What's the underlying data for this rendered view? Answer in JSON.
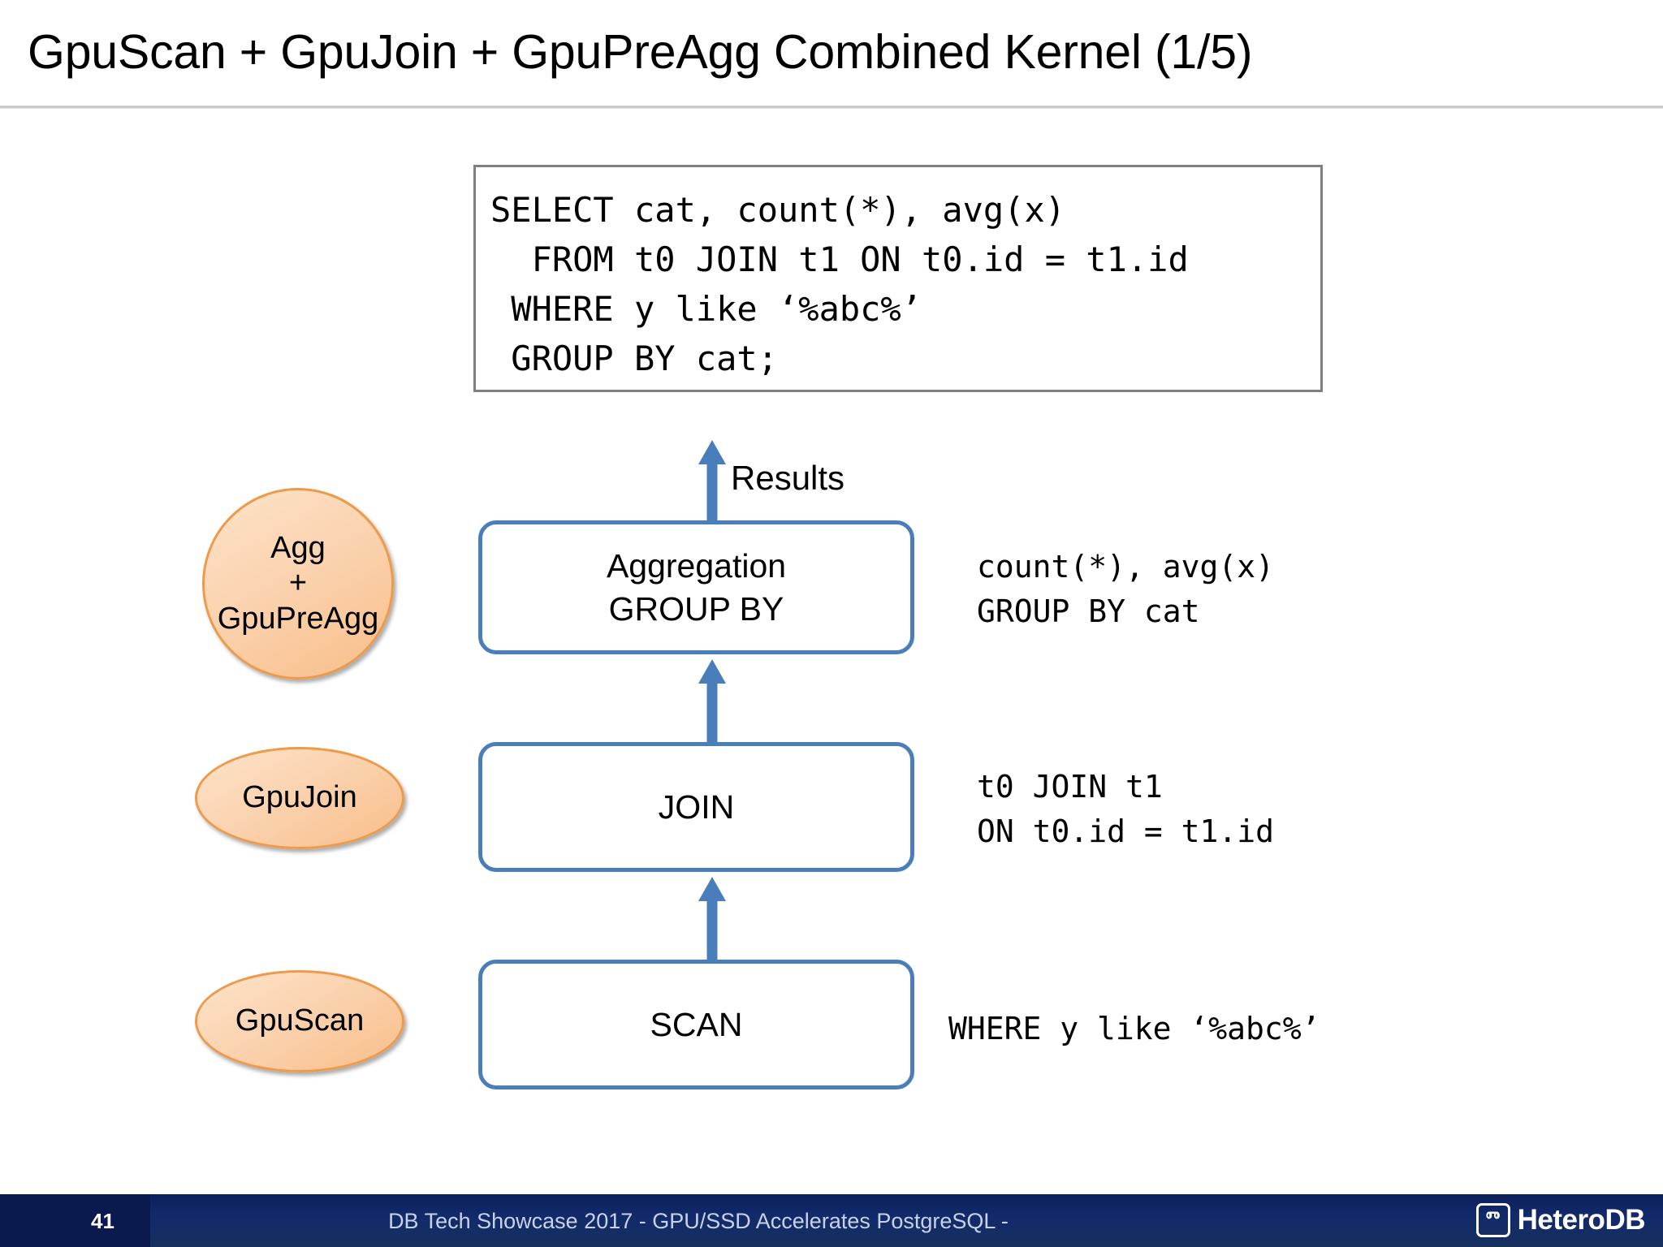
{
  "slide": {
    "title": "GpuScan + GpuJoin + GpuPreAgg Combined Kernel (1/5)"
  },
  "sql": {
    "lines": [
      "SELECT cat, count(*), avg(x)",
      "  FROM t0 JOIN t1 ON t0.id = t1.id",
      " WHERE y like ‘%abc%’",
      " GROUP BY cat;"
    ]
  },
  "diagram": {
    "results_label": "Results",
    "stages": [
      {
        "badge": "Agg\n+\nGpuPreAgg",
        "badge_lines": [
          "Agg",
          "+",
          "GpuPreAgg"
        ],
        "box_lines": [
          "Aggregation",
          "GROUP BY"
        ],
        "annotation": "count(*), avg(x)\nGROUP BY cat"
      },
      {
        "badge": "GpuJoin",
        "badge_lines": [
          "GpuJoin"
        ],
        "box_lines": [
          "JOIN"
        ],
        "annotation": "t0 JOIN t1\nON t0.id = t1.id"
      },
      {
        "badge": "GpuScan",
        "badge_lines": [
          "GpuScan"
        ],
        "box_lines": [
          "SCAN"
        ],
        "annotation": "WHERE y like ‘%abc%’"
      }
    ]
  },
  "footer": {
    "page_number": "41",
    "center_text": "DB Tech Showcase 2017 - GPU/SSD Accelerates PostgreSQL -",
    "logo_mark": "ⱅ",
    "logo_text": "HeteroDB"
  },
  "colors": {
    "accent_blue": "#4A7EBB",
    "ellipse_orange": "#ED9A4B",
    "footer_navy": "#0C1F5C",
    "sql_border_gray": "#808080"
  }
}
